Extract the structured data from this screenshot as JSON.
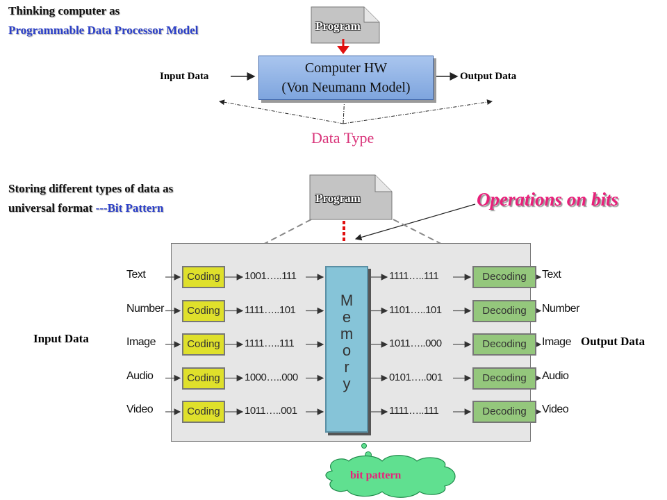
{
  "headings": {
    "top_line1": "Thinking computer as",
    "top_line2": "Programmable Data Processor Model",
    "bottom_line1": "Storing different types of data as",
    "bottom_line2_prefix": "universal format ",
    "bottom_line2_suffix": "---Bit Pattern"
  },
  "top_diagram": {
    "program_label": "Program",
    "hw_line1": "Computer HW",
    "hw_line2": "(Von Neumann Model)",
    "input_label": "Input Data",
    "output_label": "Output Data",
    "data_type_label": "Data Type"
  },
  "bottom_diagram": {
    "program_label": "Program",
    "operations_label": "Operations on bits",
    "input_label": "Input Data",
    "output_label": "Output Data",
    "coding_label": "Coding",
    "decoding_label": "Decoding",
    "memory_letters": [
      "M",
      "e",
      "m",
      "o",
      "r",
      "y"
    ],
    "cloud_label": "bit pattern",
    "rows": [
      {
        "type": "Text",
        "in_bits": "1001…..111",
        "out_bits": "1111…..111"
      },
      {
        "type": "Number",
        "in_bits": "1111…..101",
        "out_bits": "1101…..101"
      },
      {
        "type": "Image",
        "in_bits": "1111…..111",
        "out_bits": "1011…..000"
      },
      {
        "type": "Audio",
        "in_bits": "1000…..000",
        "out_bits": "0101…..001"
      },
      {
        "type": "Video",
        "in_bits": "1011…..001",
        "out_bits": "1111…..111"
      }
    ]
  },
  "colors": {
    "heading_blue": "#2b3fc8",
    "accent_pink": "#e8207a",
    "arrow_red": "#e01010",
    "coding_yellow": "#dfe02b",
    "decoding_green": "#94c77c",
    "memory_blue": "#86c4d8"
  }
}
